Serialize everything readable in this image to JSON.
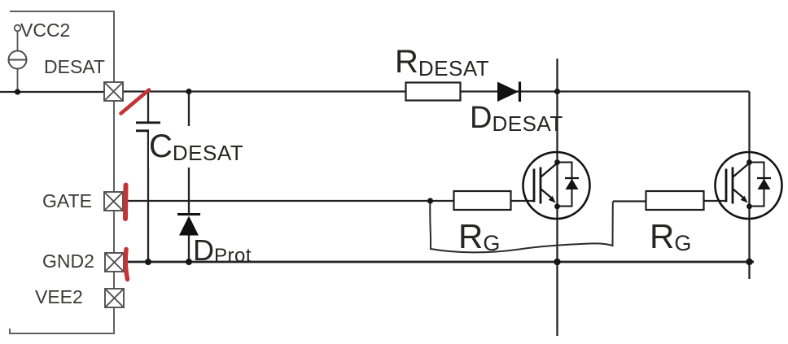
{
  "colors": {
    "background": "#ffffff",
    "wire": "#232323",
    "ic_outline": "#5f5f5f",
    "annotation_red": "#c23437",
    "label_text": "#3a3a38"
  },
  "pins": {
    "vcc2": "VCC2",
    "desat": "DESAT",
    "gate": "GATE",
    "gnd2": "GND2",
    "vee2": "VEE2"
  },
  "components": {
    "r_desat": {
      "main": "R",
      "sub": "DESAT"
    },
    "d_desat": {
      "main": "D",
      "sub": "DESAT"
    },
    "c_desat": {
      "main": "C",
      "sub": "DESAT"
    },
    "d_prot": {
      "main": "D",
      "sub": "Prot"
    },
    "r_g_left": {
      "main": "R",
      "sub": "G"
    },
    "r_g_right": {
      "main": "R",
      "sub": "G"
    }
  }
}
